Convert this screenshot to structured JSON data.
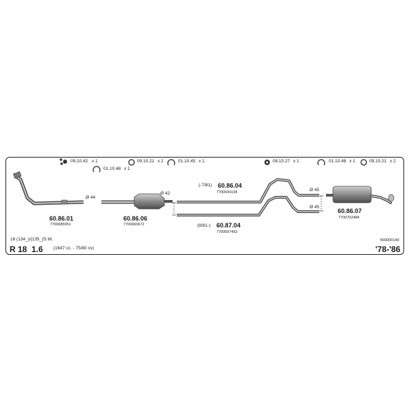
{
  "hardware": [
    {
      "code": "09.10.42",
      "qty": "x 1",
      "icon": "rubber-hanger-icon"
    },
    {
      "code": "09.10.21",
      "qty": "x 2",
      "icon": "ring-hanger-icon"
    },
    {
      "code": "01.10.45",
      "qty": "x 1",
      "icon": "clamp-icon"
    },
    {
      "code": "01.10.48",
      "qty": "x 1",
      "icon": "clamp-icon"
    },
    {
      "code": "09.10.27",
      "qty": "x 1",
      "icon": "rubber-mount-icon"
    },
    {
      "code": "01.10.48",
      "qty": "x 1",
      "icon": "clamp-icon"
    },
    {
      "code": "09.10.21",
      "qty": "x 2",
      "icon": "ring-hanger-icon"
    }
  ],
  "parts": {
    "front_pipe": {
      "number": "60.86.01",
      "oe": "7700685951",
      "diameter": "Ø 44"
    },
    "middle": {
      "number": "60.86.06",
      "oe": "7700660672",
      "diameter": "Ø 42"
    },
    "tail_a": {
      "number": "60.86.04",
      "oe": "7700643194",
      "period": "(-7/81)",
      "diameter": "Ø 45"
    },
    "tail_b": {
      "number": "60.87.04",
      "oe": "7700697453",
      "period": "(8/81-)",
      "diameter": "Ø 45"
    },
    "rear": {
      "number": "60.86.07",
      "oe": "7700702484"
    }
  },
  "vehicle": {
    "variants": "18 (134_)/(135_)S.W.",
    "model": "R 18",
    "engine": "1.6",
    "spec": "(1647 cc. - 75/80 cv)",
    "years": "'78-'86",
    "code": "566000149"
  }
}
